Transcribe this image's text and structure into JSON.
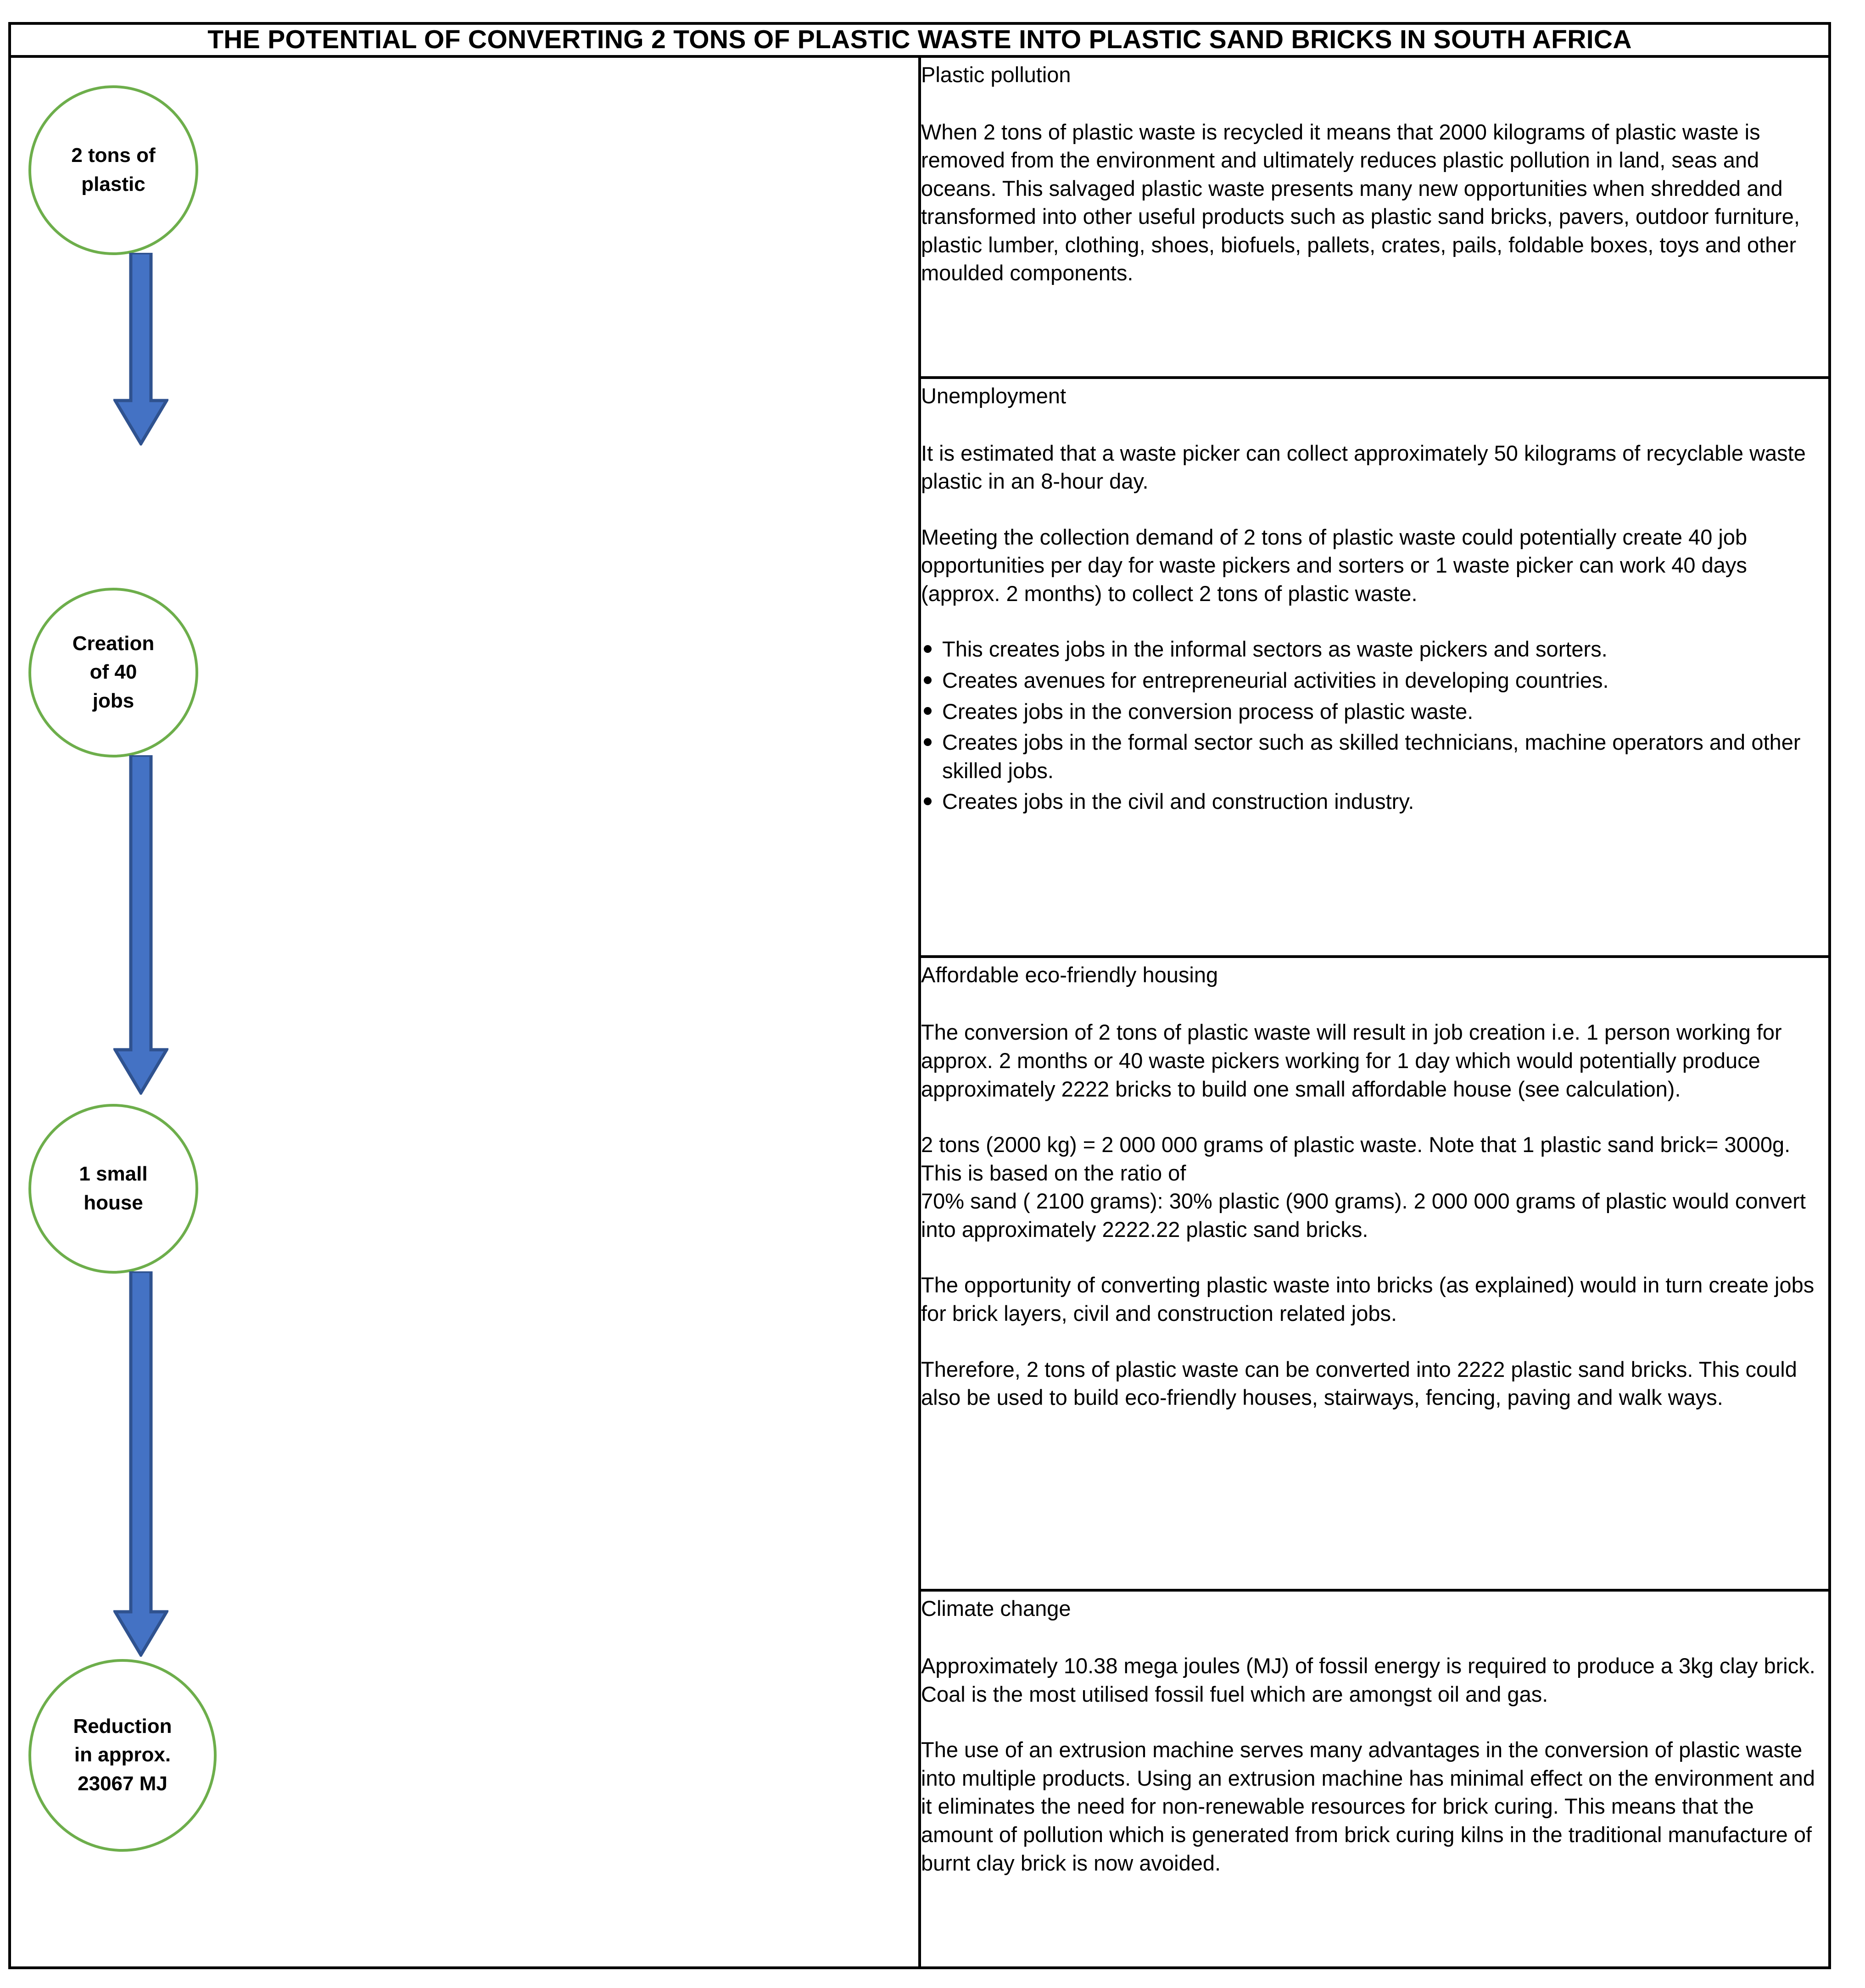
{
  "document": {
    "title": "THE POTENTIAL OF CONVERTING 2 TONS OF PLASTIC WASTE INTO PLASTIC SAND BRICKS IN SOUTH AFRICA"
  },
  "colors": {
    "circle_stroke": "#6DAE4B",
    "arrow_fill": "#4472C4",
    "arrow_stroke": "#2F528F",
    "border": "#000000",
    "text": "#000000",
    "background": "#FFFFFF"
  },
  "flowchart": {
    "nodes": [
      {
        "id": "node-plastic",
        "label": "2 tons of\nplastic"
      },
      {
        "id": "node-jobs",
        "label": "Creation\nof 40\njobs"
      },
      {
        "id": "node-house",
        "label": "1 small\nhouse"
      },
      {
        "id": "node-energy",
        "label": "Reduction\nin approx.\n23067 MJ"
      }
    ],
    "arrows": [
      {
        "id": "arrow-1",
        "direction": "down"
      },
      {
        "id": "arrow-2",
        "direction": "down"
      },
      {
        "id": "arrow-3",
        "direction": "down"
      }
    ]
  },
  "sections": [
    {
      "id": "plastic-pollution",
      "heading": "Plastic pollution",
      "paragraphs": [
        "When 2 tons of plastic waste is recycled it means that 2000 kilograms of plastic waste is removed from the environment and ultimately reduces plastic pollution in land, seas and oceans. This salvaged plastic waste presents many new opportunities when shredded and transformed into other useful products such as plastic sand bricks, pavers, outdoor furniture, plastic lumber, clothing, shoes, biofuels, pallets, crates, pails, foldable boxes, toys and other moulded components."
      ]
    },
    {
      "id": "unemployment",
      "heading": "Unemployment",
      "paragraphs": [
        "It is estimated that a waste picker can collect approximately 50 kilograms of recyclable waste plastic in an 8-hour day.",
        "Meeting the collection demand of 2 tons of plastic waste could potentially create 40 job opportunities per day for waste pickers and sorters or 1 waste picker can work 40 days (approx. 2 months) to collect 2 tons of plastic waste."
      ],
      "bullets": [
        "This creates jobs in the informal sectors as waste pickers and sorters.",
        "Creates avenues for entrepreneurial activities in developing countries.",
        "Creates jobs in the conversion process of plastic waste.",
        "Creates jobs in the formal sector such as skilled technicians, machine operators and other skilled jobs.",
        "Creates jobs in the civil and construction industry."
      ]
    },
    {
      "id": "affordable-eco-friendly-housing",
      "heading": "Affordable eco-friendly housing",
      "paragraphs": [
        "The conversion of 2 tons of plastic waste will result in job creation i.e. 1 person working for approx. 2 months or 40 waste pickers working for 1 day which would potentially produce approximately 2222 bricks to build one small affordable house (see calculation).",
        "2 tons (2000 kg) = 2 000 000 grams of plastic waste. Note that 1 plastic sand brick= 3000g. This is based on the ratio of",
        "70% sand ( 2100 grams): 30% plastic (900 grams).  2 000 000 grams of plastic would convert into approximately 2222.22 plastic sand bricks.",
        "The opportunity of converting plastic waste into bricks (as explained) would in turn create jobs for brick layers, civil and construction related jobs.",
        "Therefore, 2 tons of plastic waste can be converted into 2222 plastic sand bricks.  This could also be used to build eco-friendly houses, stairways, fencing, paving and walk ways."
      ]
    },
    {
      "id": "climate-change",
      "heading": "Climate change",
      "paragraphs": [
        "Approximately 10.38 mega joules (MJ) of fossil energy is required to produce a 3kg clay brick. Coal is the most utilised fossil fuel which are amongst oil and gas.",
        "The use of an extrusion machine serves many advantages in the conversion of plastic waste into multiple products. Using an extrusion machine has minimal effect on the environment and it eliminates the need for non-renewable resources for brick curing. This means that the amount of pollution which is generated from brick curing kilns in the traditional manufacture of burnt clay brick is now avoided."
      ]
    }
  ]
}
